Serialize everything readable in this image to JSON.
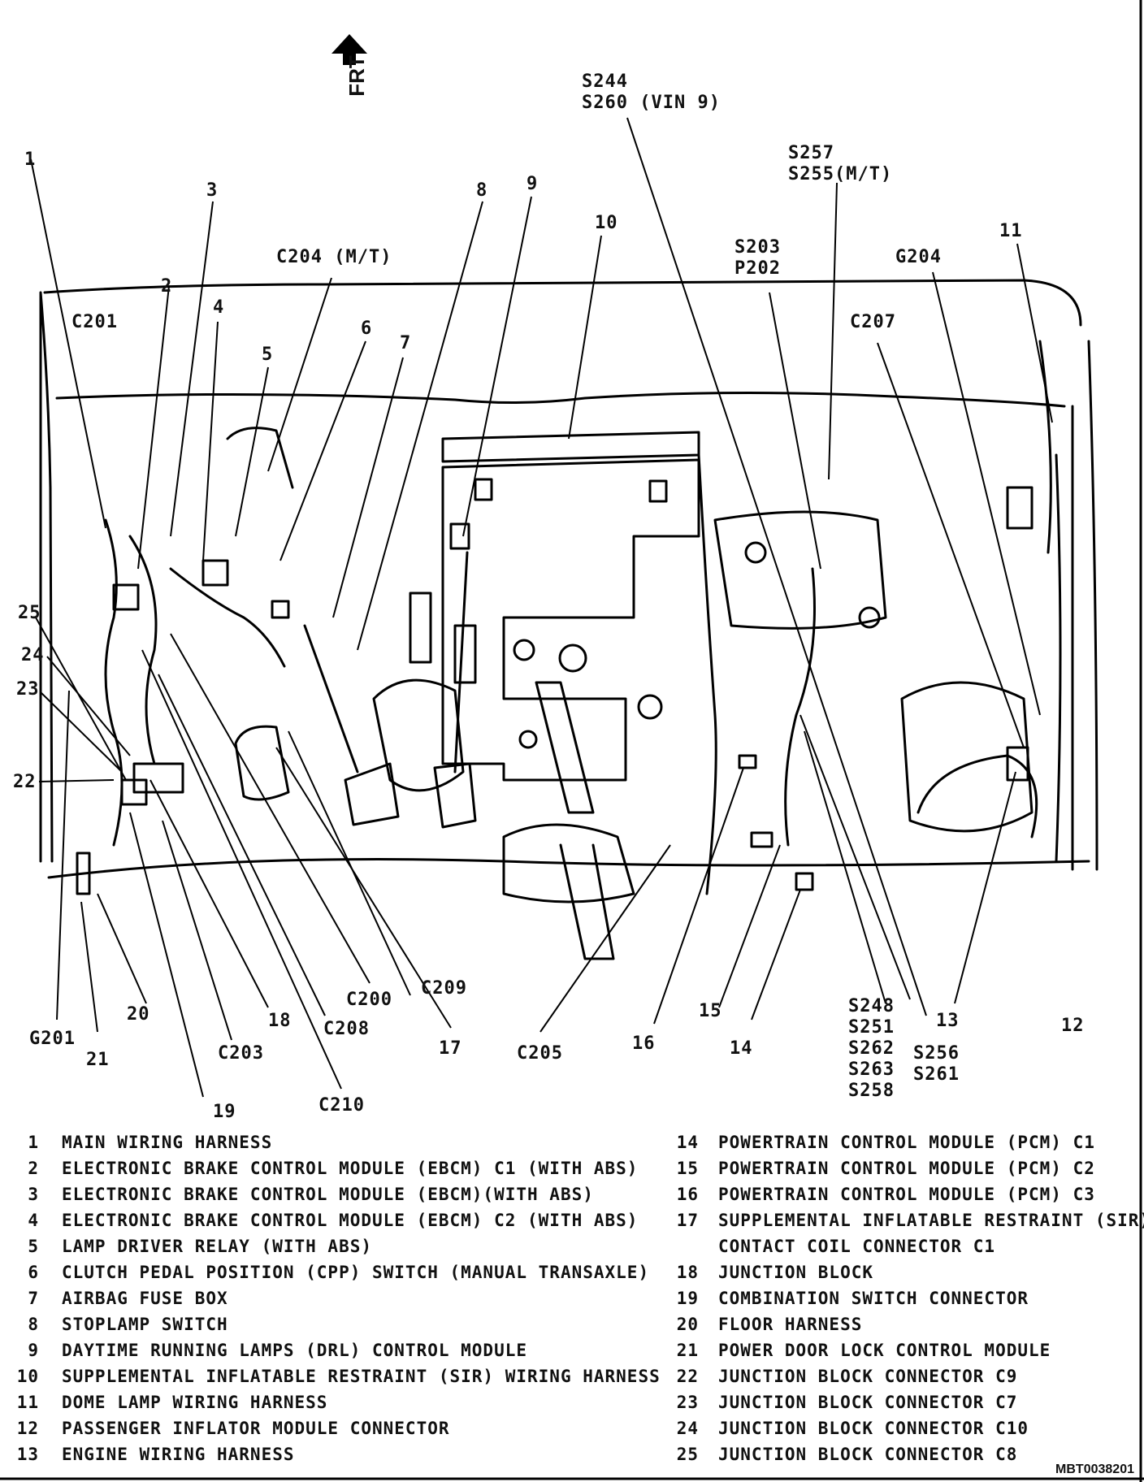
{
  "front_indicator": {
    "label": "FRT"
  },
  "callouts": {
    "n1": "1",
    "n2": "2",
    "n3": "3",
    "n4": "4",
    "n5": "5",
    "n6": "6",
    "n7": "7",
    "n8": "8",
    "n9": "9",
    "n10": "10",
    "n11": "11",
    "n12": "12",
    "n13": "13",
    "n14": "14",
    "n15": "15",
    "n16": "16",
    "n17": "17",
    "n18": "18",
    "n19": "19",
    "n20": "20",
    "n21": "21",
    "n22": "22",
    "n23": "23",
    "n24": "24",
    "n25": "25",
    "c201": "C201",
    "c204": "C204 (M/T)",
    "c207": "C207",
    "g204": "G204",
    "s244": "S244",
    "s260": "S260 (VIN 9)",
    "s257": "S257",
    "s255": "S255(M/T)",
    "s203": "S203",
    "p202": "P202",
    "c200": "C200",
    "c209": "C209",
    "c208": "C208",
    "c203": "C203",
    "c210": "C210",
    "c205": "C205",
    "g201": "G201",
    "s248": "S248",
    "s251": "S251",
    "s262": "S262",
    "s263": "S263",
    "s258": "S258",
    "s256": "S256",
    "s261": "S261"
  },
  "legend": {
    "left": [
      {
        "num": "1",
        "text": "MAIN WIRING HARNESS"
      },
      {
        "num": "2",
        "text": "ELECTRONIC BRAKE CONTROL MODULE (EBCM) C1 (WITH ABS)"
      },
      {
        "num": "3",
        "text": "ELECTRONIC BRAKE CONTROL MODULE (EBCM)(WITH ABS)"
      },
      {
        "num": "4",
        "text": "ELECTRONIC BRAKE CONTROL MODULE (EBCM) C2 (WITH ABS)"
      },
      {
        "num": "5",
        "text": "LAMP DRIVER RELAY (WITH ABS)"
      },
      {
        "num": "6",
        "text": "CLUTCH PEDAL POSITION (CPP) SWITCH (MANUAL TRANSAXLE)"
      },
      {
        "num": "7",
        "text": "AIRBAG FUSE BOX"
      },
      {
        "num": "8",
        "text": "STOPLAMP SWITCH"
      },
      {
        "num": "9",
        "text": "DAYTIME RUNNING LAMPS (DRL) CONTROL MODULE"
      },
      {
        "num": "10",
        "text": "SUPPLEMENTAL INFLATABLE RESTRAINT (SIR) WIRING HARNESS"
      },
      {
        "num": "11",
        "text": "DOME LAMP WIRING HARNESS"
      },
      {
        "num": "12",
        "text": "PASSENGER INFLATOR MODULE CONNECTOR"
      },
      {
        "num": "13",
        "text": "ENGINE WIRING HARNESS"
      }
    ],
    "right": [
      {
        "num": "14",
        "text": "POWERTRAIN CONTROL MODULE (PCM) C1"
      },
      {
        "num": "15",
        "text": "POWERTRAIN CONTROL MODULE (PCM) C2"
      },
      {
        "num": "16",
        "text": "POWERTRAIN CONTROL MODULE (PCM) C3"
      },
      {
        "num": "17",
        "text": "SUPPLEMENTAL INFLATABLE RESTRAINT (SIR)"
      },
      {
        "num": "",
        "text": "CONTACT COIL CONNECTOR C1"
      },
      {
        "num": "18",
        "text": "JUNCTION BLOCK"
      },
      {
        "num": "19",
        "text": "COMBINATION SWITCH CONNECTOR"
      },
      {
        "num": "20",
        "text": "FLOOR HARNESS"
      },
      {
        "num": "21",
        "text": "POWER DOOR LOCK CONTROL MODULE"
      },
      {
        "num": "22",
        "text": "JUNCTION BLOCK CONNECTOR C9"
      },
      {
        "num": "23",
        "text": "JUNCTION BLOCK CONNECTOR C7"
      },
      {
        "num": "24",
        "text": "JUNCTION BLOCK CONNECTOR C10"
      },
      {
        "num": "25",
        "text": "JUNCTION BLOCK CONNECTOR C8"
      }
    ]
  },
  "figure_code": "MBT0038201"
}
